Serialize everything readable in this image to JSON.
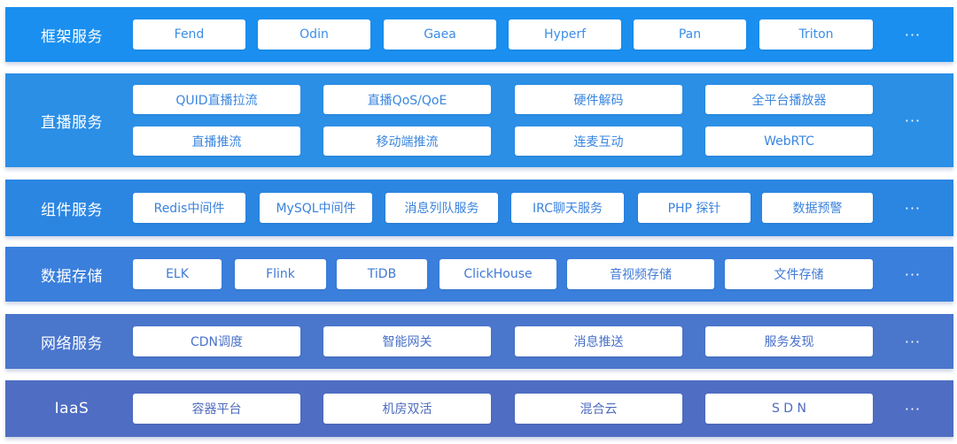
{
  "layers": [
    {
      "title": "框架服务",
      "color": "#1a8fef",
      "text_color": "#3a8ee6",
      "items": [
        "Fend",
        "Odin",
        "Gaea",
        "Hyperf",
        "Pan",
        "Triton"
      ],
      "more": "···"
    },
    {
      "title": "直播服务",
      "color": "#2b8fe6",
      "text_color": "#3a86df",
      "items": [
        "QUID直播拉流",
        "直播QoS/QoE",
        "硬件解码",
        "全平台播放器",
        "直播推流",
        "移动端推流",
        "连麦互动",
        "WebRTC"
      ],
      "more": "···"
    },
    {
      "title": "组件服务",
      "color": "#2b86e2",
      "text_color": "#3a82dc",
      "items": [
        "Redis中间件",
        "MySQL中间件",
        "消息列队服务",
        "IRC聊天服务",
        "PHP 探针",
        "数据预警"
      ],
      "more": "···"
    },
    {
      "title": "数据存储",
      "color": "#3a7fdc",
      "text_color": "#3f7ad6",
      "items": [
        "ELK",
        "Flink",
        "TiDB",
        "ClickHouse",
        "音视频存储",
        "文件存储"
      ],
      "more": "···"
    },
    {
      "title": "网络服务",
      "color": "#4a76cc",
      "text_color": "#4a72c8",
      "items": [
        "CDN调度",
        "智能网关",
        "消息推送",
        "服务发现"
      ],
      "more": "···"
    },
    {
      "title": "IaaS",
      "color": "#4f6dc2",
      "text_color": "#4e6bbd",
      "items": [
        "容器平台",
        "机房双活",
        "混合云",
        "S D N"
      ],
      "more": "···"
    }
  ]
}
